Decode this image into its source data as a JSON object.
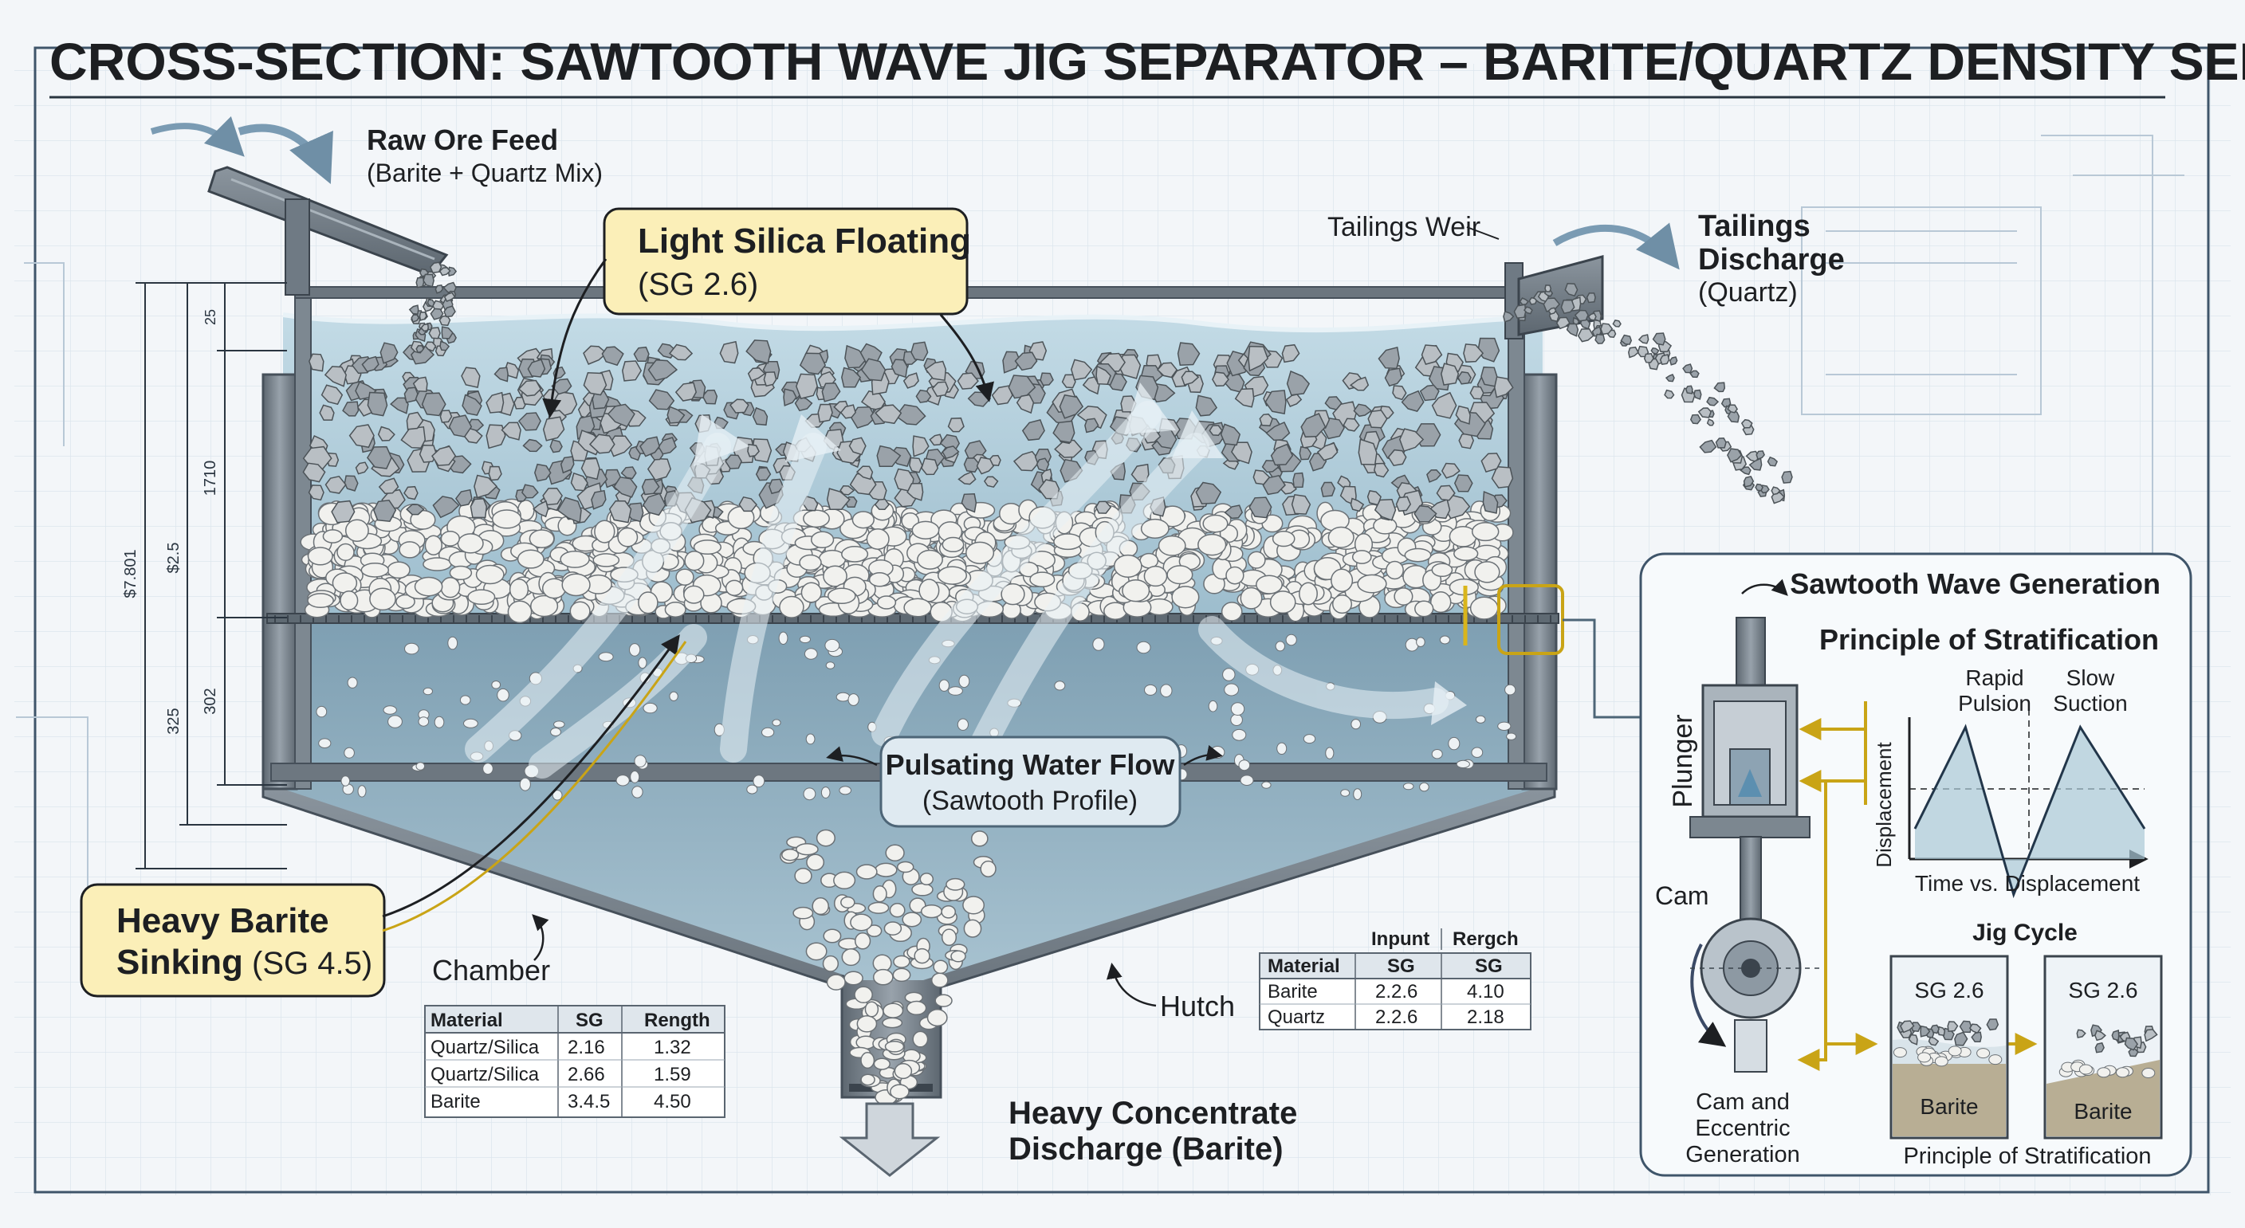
{
  "title": "CROSS-SECTION: SAWTOOTH WAVE JIG SEPARATOR – BARITE/QUARTZ DENSITY SEPARATION",
  "feed": {
    "label": "Raw Ore Feed",
    "sub": "(Barite + Quartz Mix)"
  },
  "silica_callout": {
    "line1": "Light Silica Floating",
    "line2": "(SG 2.6)"
  },
  "tailings_weir": "Tailings Weir",
  "tailings": {
    "line1": "Tailings",
    "line2": "Discharge",
    "sub": "(Quartz)"
  },
  "barite_callout": {
    "line1": "Heavy Barite",
    "line2a": "Sinking",
    "line2b": "(SG 4.5)"
  },
  "flow_label": {
    "line1": "Pulsating Water Flow",
    "line2": "(Sawtooth Profile)"
  },
  "chamber_label": "Chamber",
  "hutch_label": "Hutch",
  "concentrate": {
    "line1": "Heavy Concentrate",
    "line2": "Discharge (Barite)"
  },
  "dimensions": {
    "d25": "25",
    "d1710": "1710",
    "d2_5": "$2.5",
    "d302": "302",
    "d325": "325",
    "overall": "$7.801"
  },
  "table_left": {
    "headers": [
      "Material",
      "SG",
      "Rength"
    ],
    "rows": [
      [
        "Quartz/Silica",
        "2.16",
        "1.32"
      ],
      [
        "Quartz/Silica",
        "2.66",
        "1.59"
      ],
      [
        "Barite",
        "3.4.5",
        "4.50"
      ]
    ]
  },
  "table_mid": {
    "super_headers": [
      "Inpunt",
      "Rergch"
    ],
    "headers": [
      "Material",
      "SG",
      "SG"
    ],
    "rows": [
      [
        "Barite",
        "2.2.6",
        "4.10"
      ],
      [
        "Quartz",
        "2.2.6",
        "2.18"
      ]
    ]
  },
  "inset": {
    "title": "Sawtooth Wave Generation",
    "subtitle": "Principle of Stratification",
    "plunger": "Plunger",
    "cam": "Cam",
    "cam_caption": [
      "Cam and",
      "Eccentric",
      "Generation"
    ],
    "rapid": [
      "Rapid",
      "Pulsion"
    ],
    "slow": [
      "Slow",
      "Suction"
    ],
    "y_axis": "Displacement",
    "x_axis": "Time vs. Displacement",
    "wave_points": [
      [
        0,
        0
      ],
      [
        0.22,
        0.85
      ],
      [
        0.43,
        -0.55
      ],
      [
        0.72,
        0.85
      ],
      [
        1.0,
        0.0
      ]
    ],
    "jig_cycle": "Jig Cycle",
    "box1_sg": "SG 2.6",
    "box1_barite": "Barite",
    "box2_sg": "SG 2.6",
    "box2_barite": "Barite",
    "footer": "Principle of Stratification"
  },
  "colors": {
    "water": "#a9c7d6",
    "steel": "#6f7a84",
    "callout": "#fbefb8",
    "callout_border": "#b08a1c",
    "arrow_gold": "#c9a416",
    "ink": "#1d1f22"
  }
}
